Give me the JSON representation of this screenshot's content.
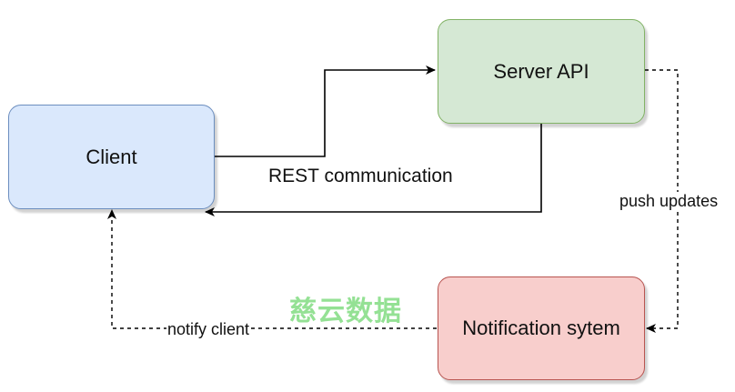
{
  "nodes": {
    "client": {
      "label": "Client",
      "fill": "#dae8fc",
      "stroke": "#6c8ebf"
    },
    "server": {
      "label": "Server API",
      "fill": "#d5e8d4",
      "stroke": "#82b366"
    },
    "notification": {
      "label": "Notification sytem",
      "fill": "#f8cecc",
      "stroke": "#b85450"
    }
  },
  "edges": {
    "rest": {
      "label": "REST communication"
    },
    "push": {
      "label": "push updates"
    },
    "notify": {
      "label": "notify client"
    }
  },
  "watermark": {
    "text": "慈云数据"
  },
  "colors": {
    "edge": "#000000"
  }
}
